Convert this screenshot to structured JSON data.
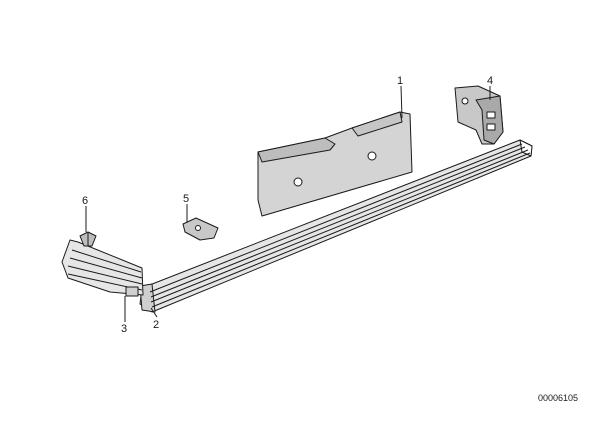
{
  "callouts": {
    "c1": "1",
    "c2": "2",
    "c3": "3",
    "c4": "4",
    "c5": "5",
    "c6": "6"
  },
  "document_number": "00006105",
  "colors": {
    "ink": "#1a1a1a",
    "plate_fill": "#d4d4d4",
    "bumper_fill": "#e6e6e6",
    "bracket_fill": "#c8c8c8",
    "background": "#ffffff"
  }
}
